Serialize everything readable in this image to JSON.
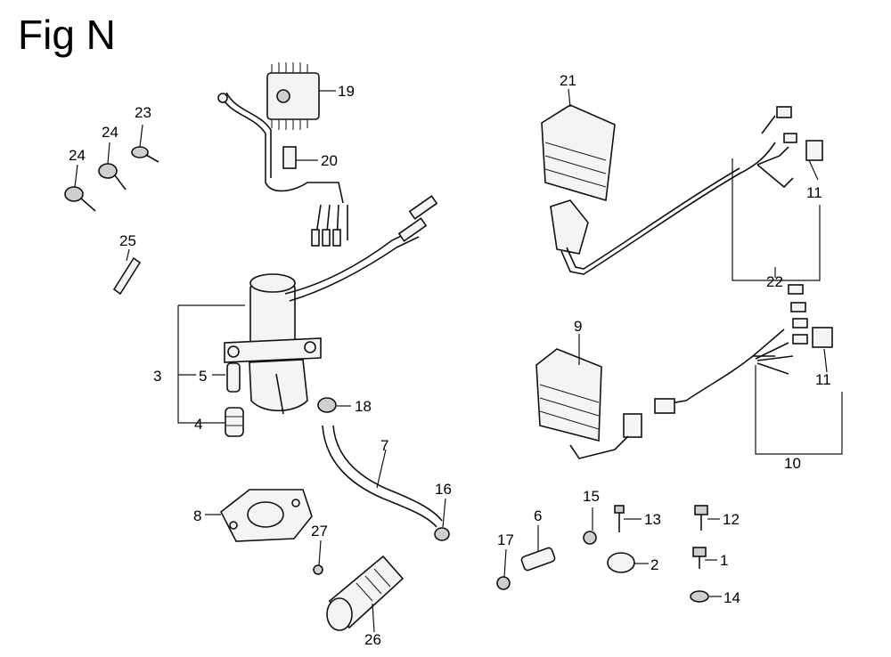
{
  "figure": {
    "title": "Fig N"
  },
  "callouts": [
    {
      "id": "c1",
      "text": "1"
    },
    {
      "id": "c2",
      "text": "2"
    },
    {
      "id": "c3",
      "text": "3"
    },
    {
      "id": "c4",
      "text": "4"
    },
    {
      "id": "c5",
      "text": "5"
    },
    {
      "id": "c6",
      "text": "6"
    },
    {
      "id": "c7",
      "text": "7"
    },
    {
      "id": "c8",
      "text": "8"
    },
    {
      "id": "c9",
      "text": "9"
    },
    {
      "id": "c10",
      "text": "10"
    },
    {
      "id": "c11a",
      "text": "11"
    },
    {
      "id": "c11b",
      "text": "11"
    },
    {
      "id": "c12",
      "text": "12"
    },
    {
      "id": "c13",
      "text": "13"
    },
    {
      "id": "c14",
      "text": "14"
    },
    {
      "id": "c15",
      "text": "15"
    },
    {
      "id": "c16",
      "text": "16"
    },
    {
      "id": "c17",
      "text": "17"
    },
    {
      "id": "c18",
      "text": "18"
    },
    {
      "id": "c19",
      "text": "19"
    },
    {
      "id": "c20",
      "text": "20"
    },
    {
      "id": "c21",
      "text": "21"
    },
    {
      "id": "c22",
      "text": "22"
    },
    {
      "id": "c23",
      "text": "23"
    },
    {
      "id": "c24a",
      "text": "24"
    },
    {
      "id": "c24b",
      "text": "24"
    },
    {
      "id": "c25",
      "text": "25"
    },
    {
      "id": "c26",
      "text": "26"
    },
    {
      "id": "c27",
      "text": "27"
    }
  ]
}
